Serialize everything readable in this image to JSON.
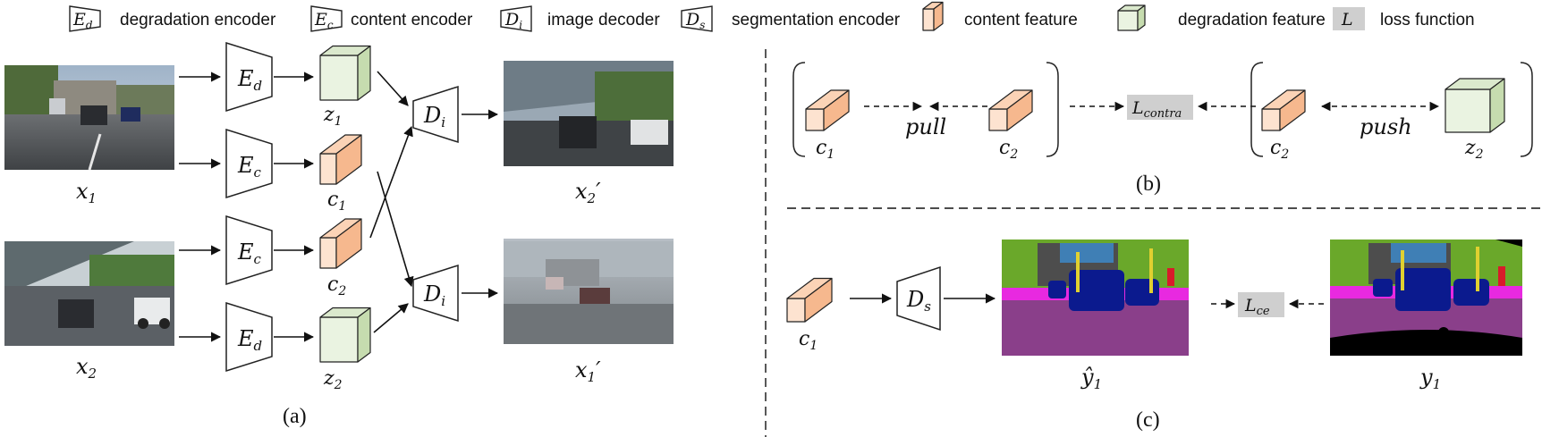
{
  "legend": {
    "degradation_encoder": {
      "symbol": "E",
      "sub": "d",
      "label": "degradation encoder"
    },
    "content_encoder": {
      "symbol": "E",
      "sub": "c",
      "label": "content encoder"
    },
    "image_decoder": {
      "symbol": "D",
      "sub": "i",
      "label": "image decoder"
    },
    "segmentation_encoder": {
      "symbol": "D",
      "sub": "s",
      "label": "segmentation encoder"
    },
    "content_feature": {
      "label": "content feature"
    },
    "degradation_feature": {
      "label": "degradation feature"
    },
    "loss_function": {
      "symbol": "L",
      "label": "loss function"
    }
  },
  "panel_a": {
    "caption": "(a)",
    "x1": {
      "base": "x",
      "sub": "1"
    },
    "x2": {
      "base": "x",
      "sub": "2"
    },
    "encoders": [
      {
        "base": "E",
        "sub": "d"
      },
      {
        "base": "E",
        "sub": "c"
      },
      {
        "base": "E",
        "sub": "c"
      },
      {
        "base": "E",
        "sub": "d"
      }
    ],
    "features": [
      {
        "base": "z",
        "sub": "1"
      },
      {
        "base": "c",
        "sub": "1"
      },
      {
        "base": "c",
        "sub": "2"
      },
      {
        "base": "z",
        "sub": "2"
      }
    ],
    "decoders": [
      {
        "base": "D",
        "sub": "i"
      },
      {
        "base": "D",
        "sub": "i"
      }
    ],
    "outputs": [
      {
        "base": "x",
        "sub": "2",
        "prime": "′"
      },
      {
        "base": "x",
        "sub": "1",
        "prime": "′"
      }
    ]
  },
  "panel_b": {
    "caption": "(b)",
    "c1": {
      "base": "c",
      "sub": "1"
    },
    "c2_left": {
      "base": "c",
      "sub": "2"
    },
    "c2_right": {
      "base": "c",
      "sub": "2"
    },
    "z2": {
      "base": "z",
      "sub": "2"
    },
    "pull": "pull",
    "push": "push",
    "loss": {
      "base": "L",
      "sub": "contra"
    }
  },
  "panel_c": {
    "caption": "(c)",
    "c1": {
      "base": "c",
      "sub": "1"
    },
    "decoder": {
      "base": "D",
      "sub": "s"
    },
    "pred": {
      "base": "ŷ",
      "sub": "1"
    },
    "gt": {
      "base": "y",
      "sub": "1"
    },
    "loss": {
      "base": "L",
      "sub": "ce"
    }
  },
  "colors": {
    "content_front": "#fde3d0",
    "content_top": "#fbd3b6",
    "content_side": "#f6b88e",
    "degradation_front": "#eaf3e1",
    "degradation_top": "#dbe9cd",
    "degradation_side": "#c6dcaf",
    "loss_box": "#cfcfcf",
    "seg_road": "#8a3f8a",
    "seg_car": "#0b1a8e",
    "seg_veg": "#6aa82a",
    "seg_building": "#4d4d4d",
    "seg_sky": "#3f7fb5",
    "seg_sidewalk": "#e829e0"
  }
}
